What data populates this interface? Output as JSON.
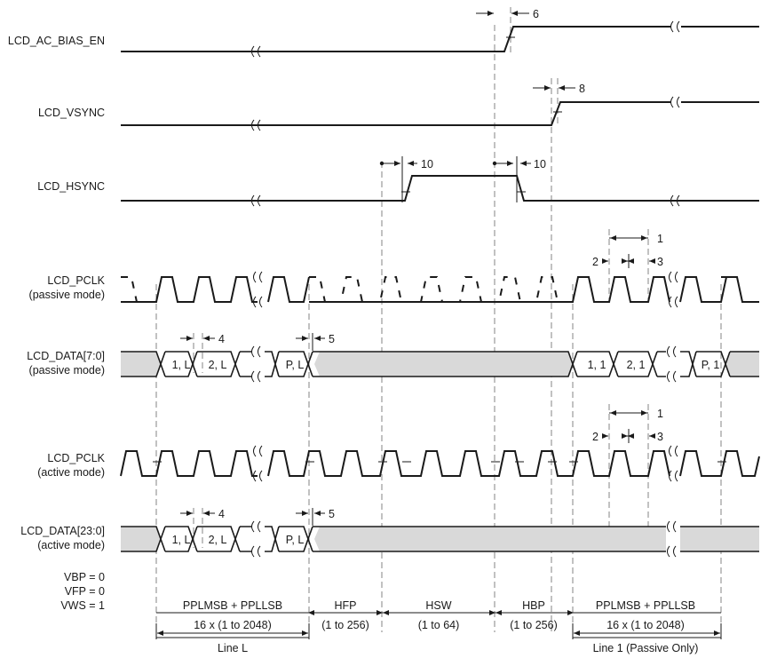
{
  "signals": {
    "ac_bias_en": "LCD_AC_BIAS_EN",
    "vsync": "LCD_VSYNC",
    "hsync": "LCD_HSYNC",
    "pclk_passive_1": "LCD_PCLK",
    "pclk_passive_2": "(passive mode)",
    "data_passive_1": "LCD_DATA[7:0]",
    "data_passive_2": "(passive mode)",
    "pclk_active_1": "LCD_PCLK",
    "pclk_active_2": "(active mode)",
    "data_active_1": "LCD_DATA[23:0]",
    "data_active_2": "(active mode)"
  },
  "params": {
    "vbp": "VBP = 0",
    "vfp": "VFP = 0",
    "vws": "VWS = 1"
  },
  "data_cells": {
    "p_1L": "1, L",
    "p_2L": "2, L",
    "p_PL": "P, L",
    "p_11": "1, 1",
    "p_21": "2, 1",
    "p_P1": "P, 1",
    "a_1L": "1, L",
    "a_2L": "2, L",
    "a_PL": "P, L"
  },
  "timing": {
    "t6": "6",
    "t8": "8",
    "t10a": "10",
    "t10b": "10",
    "t1a": "1",
    "t2a": "2",
    "t3a": "3",
    "t4a": "4",
    "t5a": "5",
    "t1b": "1",
    "t2b": "2",
    "t3b": "3",
    "t4b": "4",
    "t5b": "5"
  },
  "intervals": {
    "ppl1": "PPLMSB + PPLLSB",
    "ppl1_range": "16 x (1 to 2048)",
    "hfp": "HFP",
    "hfp_range": "(1 to 256)",
    "hsw": "HSW",
    "hsw_range": "(1 to 64)",
    "hbp": "HBP",
    "hbp_range": "(1 to 256)",
    "ppl2": "PPLMSB + PPLLSB",
    "ppl2_range": "16 x (1 to 2048)",
    "line_l": "Line L",
    "line_1": "Line 1 (Passive Only)"
  }
}
